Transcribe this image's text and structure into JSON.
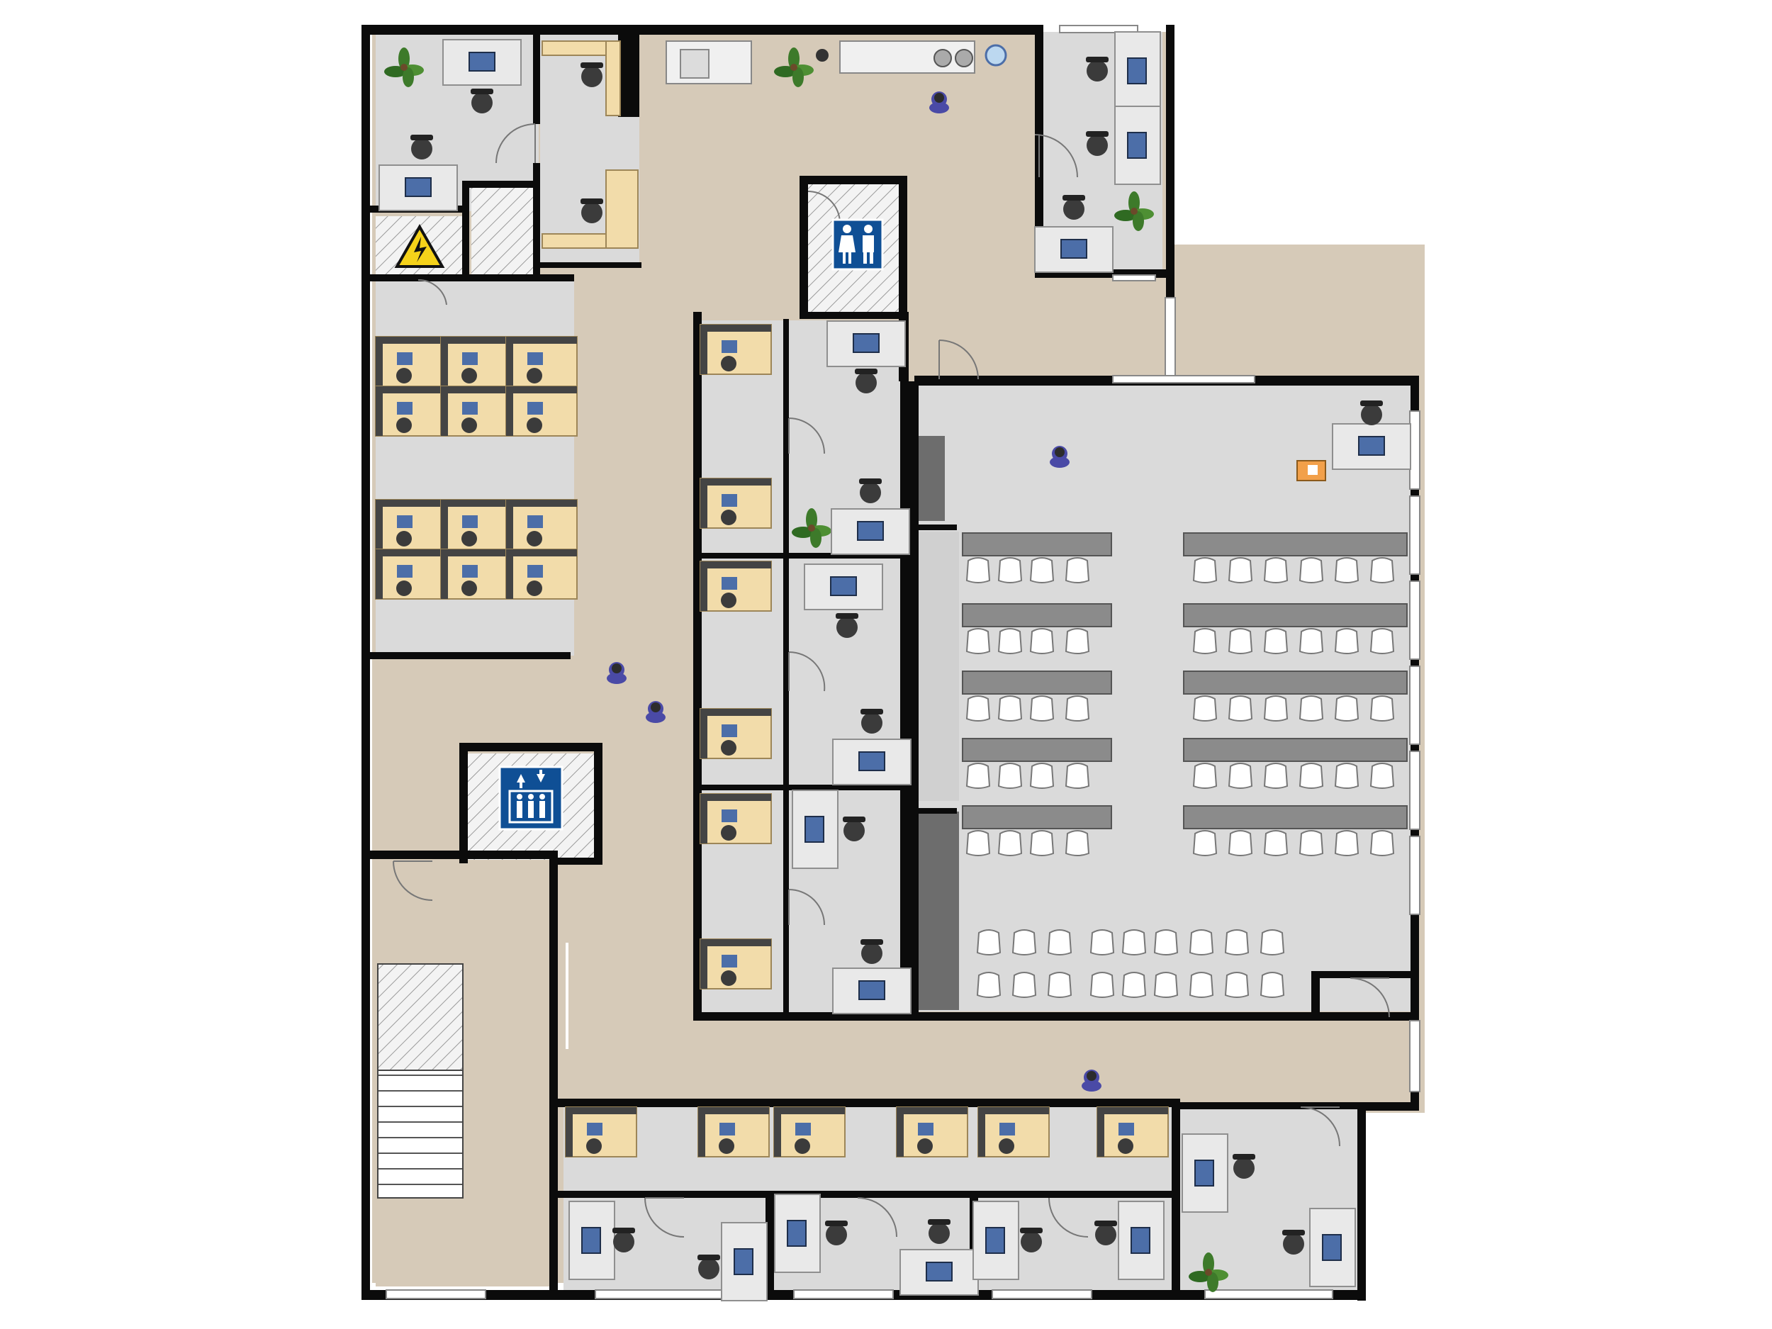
{
  "floorplan": {
    "colors": {
      "background": "#ffffff",
      "wall": "#0b0b0b",
      "corridor": "#d6cab8",
      "office_floor": "#dadada",
      "desk_gray": "#e6e6e6",
      "desk_wood": "#f2dcaa",
      "table_dark": "#8b8b8b",
      "chair": "#3b3b3b",
      "screen": "#4c6ea8",
      "plant": "#3d7a2a",
      "sign_blue": "#0f4f95",
      "warning_yellow": "#f5d21a",
      "person": "#4a4aa6"
    },
    "signs": [
      {
        "id": "restroom",
        "icon": "restroom-icon"
      },
      {
        "id": "elevator",
        "icon": "elevator-icon"
      },
      {
        "id": "electrical",
        "icon": "high-voltage-icon"
      }
    ],
    "rooms": [
      {
        "id": "office-top-left"
      },
      {
        "id": "reception-desk"
      },
      {
        "id": "electrical-room"
      },
      {
        "id": "closet"
      },
      {
        "id": "open-workstations"
      },
      {
        "id": "restroom"
      },
      {
        "id": "office-top-right"
      },
      {
        "id": "cubicle-column"
      },
      {
        "id": "office-column"
      },
      {
        "id": "training-room"
      },
      {
        "id": "elevator"
      },
      {
        "id": "stairwell"
      },
      {
        "id": "bottom-cubicles"
      },
      {
        "id": "bottom-offices"
      },
      {
        "id": "office-bottom-right"
      }
    ]
  }
}
